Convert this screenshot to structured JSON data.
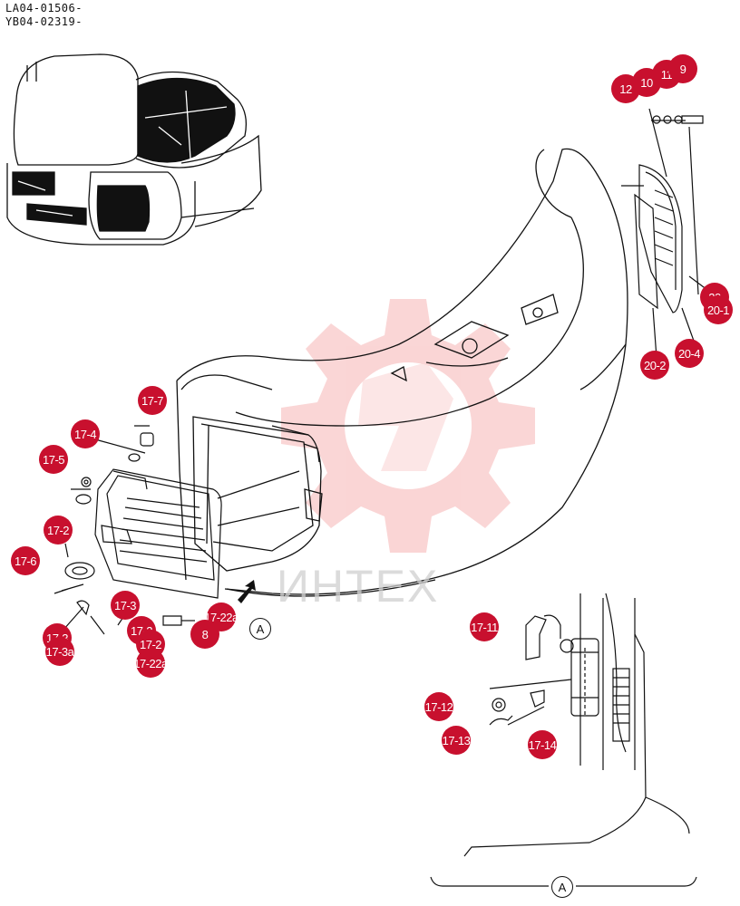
{
  "serials": [
    "LA04-01506-",
    "YB04-02319-"
  ],
  "watermark_text": "ИНТЕХ",
  "view_marker": "A",
  "colors": {
    "callout": "#c8102e",
    "line": "#111111",
    "watermark": "#f4a3a3"
  },
  "callouts": [
    "12",
    "10",
    "11",
    "9",
    "20",
    "20-1",
    "20-2",
    "20-4",
    "17-7",
    "17-4",
    "17-5",
    "17-2",
    "17-6",
    "17-3",
    "17-3",
    "17-3a",
    "17-2",
    "17-2",
    "17-22a",
    "17-22a",
    "8",
    "17-11",
    "17-12",
    "17-13",
    "17-14"
  ]
}
